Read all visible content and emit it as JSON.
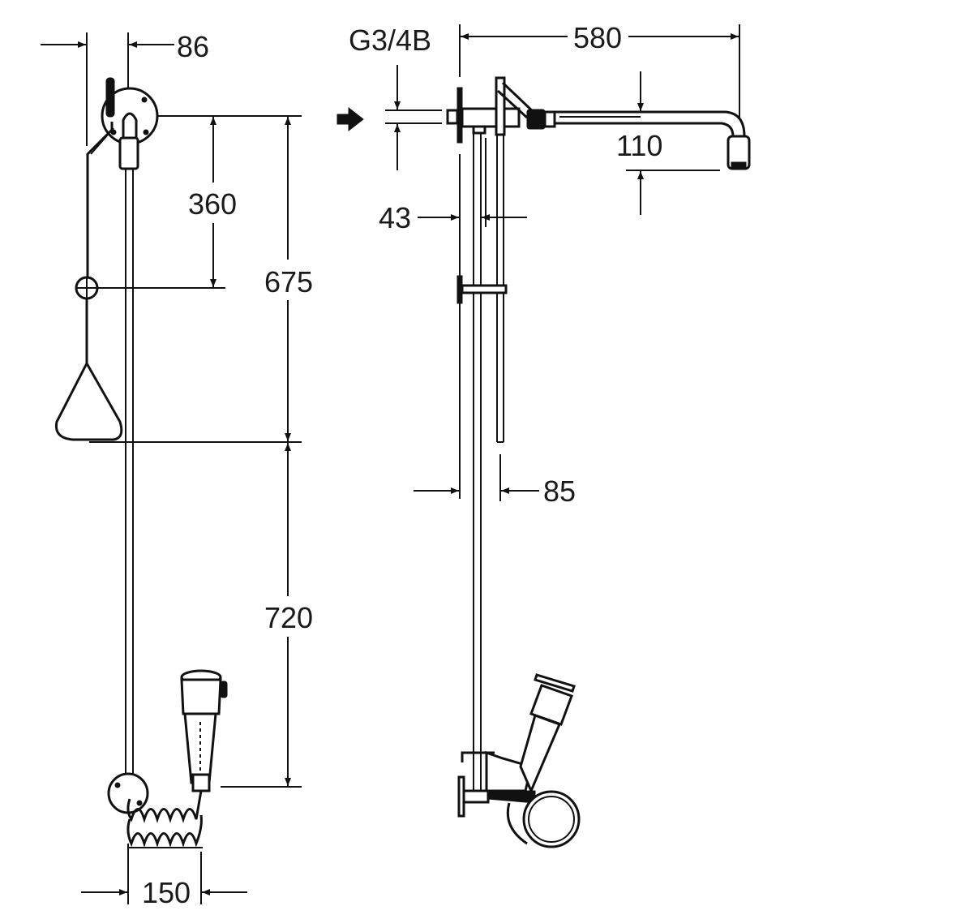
{
  "drawing": {
    "front_view": {
      "dim_wall_offset": "86",
      "dim_handle_height": "360",
      "dim_total_upper": "675",
      "dim_lower": "720",
      "dim_coil_width": "150"
    },
    "side_view": {
      "dim_projection": "580",
      "thread_spec": "G3/4B",
      "dim_head_drop": "110",
      "dim_pipe_offset": "43",
      "dim_rod_offset": "85"
    }
  }
}
